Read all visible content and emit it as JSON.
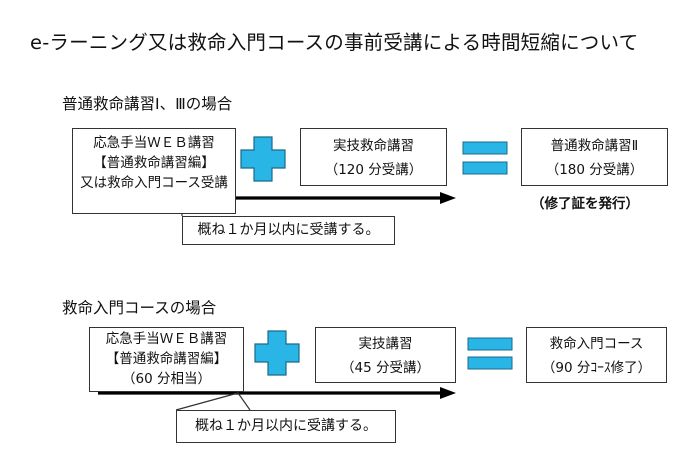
{
  "title": "e-ラーニング又は救命入門コースの事前受講による時間短縮について",
  "section1": {
    "heading": "普通救命講習Ⅰ、Ⅲの場合",
    "box1": [
      "応急手当ＷＥＢ講習",
      "【普通救命講習編】",
      "又は救命入門コース受講"
    ],
    "box2": [
      "実技救命講習",
      "（120 分受講）"
    ],
    "box3": [
      "普通救命講習Ⅱ",
      "（180 分受講）"
    ],
    "certificate": "（修了証を発行）",
    "period_note": "概ね１か月以内に受講する。"
  },
  "section2": {
    "heading": "救命入門コースの場合",
    "box1": [
      "応急手当ＷＥＢ講習",
      "【普通救命講習編】",
      "（60 分相当）"
    ],
    "box2": [
      "実技講習",
      "（45 分受講）"
    ],
    "box3": [
      "救命入門コース",
      "（90 分ｺｰｽ修了）"
    ],
    "period_note": "概ね１か月以内に受講する。"
  },
  "colors": {
    "plus_fill": "#29b6e6",
    "equals_fill": "#29b6e6",
    "shape_stroke": "#1a6a8a",
    "line": "#000000"
  },
  "icons": [
    "plus-icon",
    "equals-icon"
  ]
}
